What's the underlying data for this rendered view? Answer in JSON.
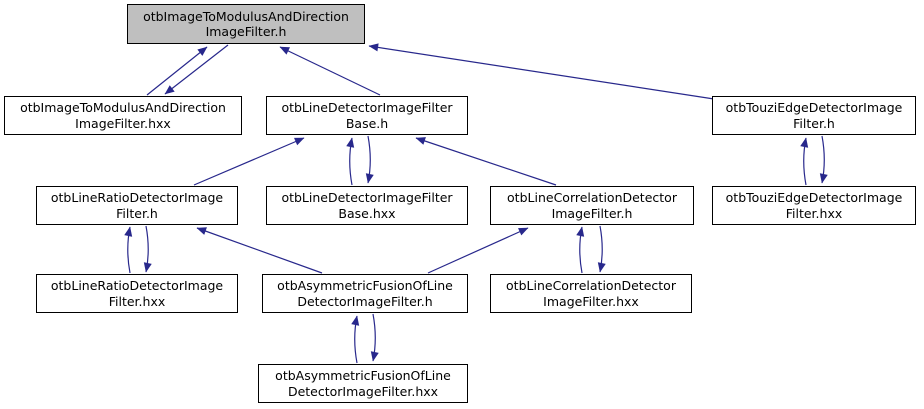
{
  "diagram": {
    "type": "include-dependency-graph",
    "root_file": "otbImageToModulusAndDirectionImageFilter.h",
    "colors": {
      "edge": "#28288c",
      "node_fill": "#ffffff",
      "root_node_fill": "#bfbfbf",
      "node_border": "#000000",
      "background": "#ffffff"
    },
    "nodes": [
      {
        "id": "root",
        "label": "otbImageToModulusAndDirectionImageFilter.h",
        "lines": [
          "otbImageToModulusAndDirection",
          "ImageFilter.h"
        ],
        "highlighted": true
      },
      {
        "id": "imageToModulusHxx",
        "label": "otbImageToModulusAndDirectionImageFilter.hxx",
        "lines": [
          "otbImageToModulusAndDirection",
          "ImageFilter.hxx"
        ],
        "highlighted": false
      },
      {
        "id": "lineDetectorBaseH",
        "label": "otbLineDetectorImageFilterBase.h",
        "lines": [
          "otbLineDetectorImageFilter",
          "Base.h"
        ],
        "highlighted": false
      },
      {
        "id": "touziH",
        "label": "otbTouziEdgeDetectorImageFilter.h",
        "lines": [
          "otbTouziEdgeDetectorImage",
          "Filter.h"
        ],
        "highlighted": false
      },
      {
        "id": "lineRatioH",
        "label": "otbLineRatioDetectorImageFilter.h",
        "lines": [
          "otbLineRatioDetectorImage",
          "Filter.h"
        ],
        "highlighted": false
      },
      {
        "id": "lineDetectorBaseHxx",
        "label": "otbLineDetectorImageFilterBase.hxx",
        "lines": [
          "otbLineDetectorImageFilter",
          "Base.hxx"
        ],
        "highlighted": false
      },
      {
        "id": "lineCorrelationH",
        "label": "otbLineCorrelationDetectorImageFilter.h",
        "lines": [
          "otbLineCorrelationDetector",
          "ImageFilter.h"
        ],
        "highlighted": false
      },
      {
        "id": "touziHxx",
        "label": "otbTouziEdgeDetectorImageFilter.hxx",
        "lines": [
          "otbTouziEdgeDetectorImage",
          "Filter.hxx"
        ],
        "highlighted": false
      },
      {
        "id": "lineRatioHxx",
        "label": "otbLineRatioDetectorImageFilter.hxx",
        "lines": [
          "otbLineRatioDetectorImage",
          "Filter.hxx"
        ],
        "highlighted": false
      },
      {
        "id": "asymmetricFusionH",
        "label": "otbAsymmetricFusionOfLineDetectorImageFilter.h",
        "lines": [
          "otbAsymmetricFusionOfLine",
          "DetectorImageFilter.h"
        ],
        "highlighted": false
      },
      {
        "id": "lineCorrelationHxx",
        "label": "otbLineCorrelationDetectorImageFilter.hxx",
        "lines": [
          "otbLineCorrelationDetector",
          "ImageFilter.hxx"
        ],
        "highlighted": false
      },
      {
        "id": "asymmetricFusionHxx",
        "label": "otbAsymmetricFusionOfLineDetectorImageFilter.hxx",
        "lines": [
          "otbAsymmetricFusionOfLine",
          "DetectorImageFilter.hxx"
        ],
        "highlighted": false
      }
    ],
    "edges": [
      {
        "from": "otbImageToModulusAndDirectionImageFilter.hxx",
        "to": "otbImageToModulusAndDirectionImageFilter.h"
      },
      {
        "from": "otbImageToModulusAndDirectionImageFilter.h",
        "to": "otbImageToModulusAndDirectionImageFilter.hxx"
      },
      {
        "from": "otbLineDetectorImageFilterBase.h",
        "to": "otbImageToModulusAndDirectionImageFilter.h"
      },
      {
        "from": "otbTouziEdgeDetectorImageFilter.h",
        "to": "otbImageToModulusAndDirectionImageFilter.h"
      },
      {
        "from": "otbLineRatioDetectorImageFilter.h",
        "to": "otbLineDetectorImageFilterBase.h"
      },
      {
        "from": "otbLineDetectorImageFilterBase.hxx",
        "to": "otbLineDetectorImageFilterBase.h"
      },
      {
        "from": "otbLineDetectorImageFilterBase.h",
        "to": "otbLineDetectorImageFilterBase.hxx"
      },
      {
        "from": "otbLineCorrelationDetectorImageFilter.h",
        "to": "otbLineDetectorImageFilterBase.h"
      },
      {
        "from": "otbTouziEdgeDetectorImageFilter.hxx",
        "to": "otbTouziEdgeDetectorImageFilter.h"
      },
      {
        "from": "otbTouziEdgeDetectorImageFilter.h",
        "to": "otbTouziEdgeDetectorImageFilter.hxx"
      },
      {
        "from": "otbLineRatioDetectorImageFilter.hxx",
        "to": "otbLineRatioDetectorImageFilter.h"
      },
      {
        "from": "otbLineRatioDetectorImageFilter.h",
        "to": "otbLineRatioDetectorImageFilter.hxx"
      },
      {
        "from": "otbAsymmetricFusionOfLineDetectorImageFilter.h",
        "to": "otbLineRatioDetectorImageFilter.h"
      },
      {
        "from": "otbAsymmetricFusionOfLineDetectorImageFilter.h",
        "to": "otbLineCorrelationDetectorImageFilter.h"
      },
      {
        "from": "otbLineCorrelationDetectorImageFilter.hxx",
        "to": "otbLineCorrelationDetectorImageFilter.h"
      },
      {
        "from": "otbLineCorrelationDetectorImageFilter.h",
        "to": "otbLineCorrelationDetectorImageFilter.hxx"
      },
      {
        "from": "otbAsymmetricFusionOfLineDetectorImageFilter.hxx",
        "to": "otbAsymmetricFusionOfLineDetectorImageFilter.h"
      },
      {
        "from": "otbAsymmetricFusionOfLineDetectorImageFilter.h",
        "to": "otbAsymmetricFusionOfLineDetectorImageFilter.hxx"
      }
    ]
  }
}
